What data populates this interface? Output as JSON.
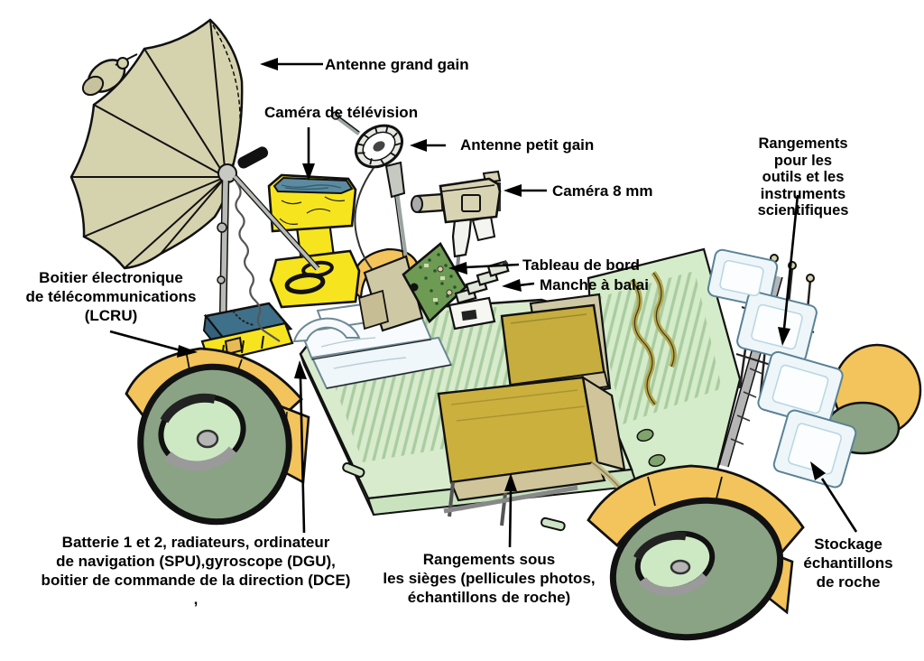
{
  "figure": {
    "kind": "annotated cutaway drawing of the lunar roving vehicle with French callouts"
  },
  "labels": {
    "antenne_grand_gain": "Antenne grand gain",
    "camera_television": "Caméra de télévision",
    "antenne_petit_gain": "Antenne petit gain",
    "camera_8mm": "Caméra 8 mm",
    "rangements_outils": "Rangements pour les\noutils et les instruments\nscientifiques",
    "tableau_de_bord": "Tableau de bord",
    "manche_a_balai": "Manche à balai",
    "lcru": "Boitier électronique\nde télécommunications\n(LCRU)",
    "batterie": "Batterie 1 et 2, radiateurs, ordinateur\nde navigation (SPU),gyroscope (DGU),\nboitier de commande de la direction (DCE)\n,",
    "rangements_sieges": "Rangements sous\nles sièges (pellicules photos,\néchantillons de roche)",
    "stockage": "Stockage\néchantillons\nde roche"
  },
  "colors": {
    "background": "#ffffff",
    "text": "#000000",
    "dish": "#d5d2ae",
    "yellow_box": "#f6e41f",
    "camera_top_blue": "#5c8ba1",
    "lcru_teal": "#3f7089",
    "fender_orange": "#f3c35c",
    "tire_green": "#8aa385",
    "hub_green": "#cde9c3",
    "deck_green": "#d8eccd",
    "deck_stripe": "#a9cca0",
    "seat_olive": "#cbb03e",
    "trim_beige": "#cfc8a4",
    "circuit_green": "#6d9b54",
    "bag_ice_blue": "#eef6f9"
  }
}
